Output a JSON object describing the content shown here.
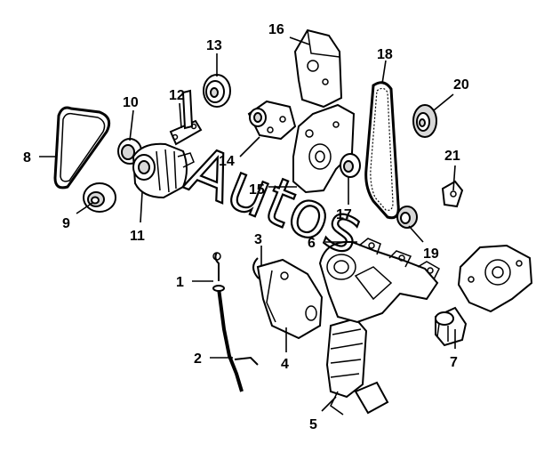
{
  "watermark": "Autos",
  "callouts": [
    {
      "id": 1,
      "label": "1"
    },
    {
      "id": 2,
      "label": "2"
    },
    {
      "id": 3,
      "label": "3"
    },
    {
      "id": 4,
      "label": "4"
    },
    {
      "id": 5,
      "label": "5"
    },
    {
      "id": 6,
      "label": "6"
    },
    {
      "id": 7,
      "label": "7"
    },
    {
      "id": 8,
      "label": "8"
    },
    {
      "id": 9,
      "label": "9"
    },
    {
      "id": 10,
      "label": "10"
    },
    {
      "id": 11,
      "label": "11"
    },
    {
      "id": 12,
      "label": "12"
    },
    {
      "id": 13,
      "label": "13"
    },
    {
      "id": 14,
      "label": "14"
    },
    {
      "id": 15,
      "label": "15"
    },
    {
      "id": 16,
      "label": "16"
    },
    {
      "id": 17,
      "label": "17"
    },
    {
      "id": 18,
      "label": "18"
    },
    {
      "id": 19,
      "label": "19"
    },
    {
      "id": 20,
      "label": "20"
    },
    {
      "id": 21,
      "label": "21"
    }
  ]
}
